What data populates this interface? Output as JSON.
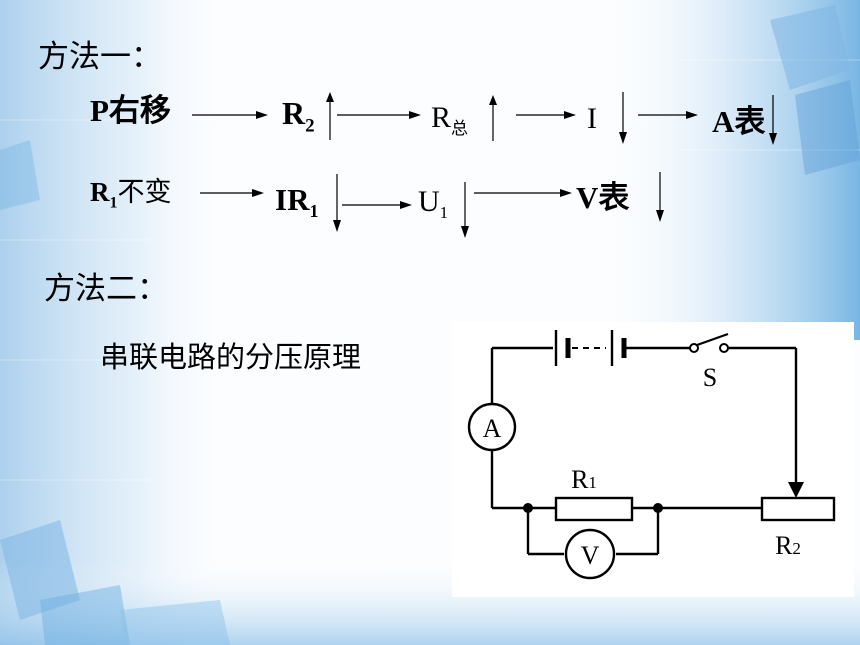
{
  "method1": {
    "heading": "方法一：",
    "row1": {
      "cause": "P右移",
      "r2_main": "R",
      "r2_sub": "2",
      "rtotal_main": "R",
      "rtotal_sub": "总",
      "current": "I",
      "ammeter": "A表"
    },
    "row2": {
      "r1_main": "R",
      "r1_sub": "1",
      "r1_text": "不变",
      "ir1_main": "IR",
      "ir1_sub": "1",
      "u1_main": "U",
      "u1_sub": "1",
      "voltmeter": "V表"
    }
  },
  "method2": {
    "heading": "方法二：",
    "principle": "串联电路的分压原理"
  },
  "circuit": {
    "ammeter_symbol": "A",
    "voltmeter_symbol": "V",
    "switch_label": "S",
    "r1_main": "R",
    "r1_sub": "1",
    "r2_main": "R",
    "r2_sub": "2"
  },
  "colors": {
    "background_accent": "#7fb7e3",
    "ink": "#000000"
  }
}
